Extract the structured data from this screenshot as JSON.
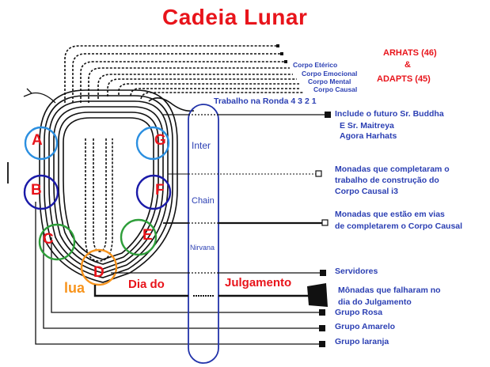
{
  "title": "Cadeia Lunar",
  "header_right": {
    "arhats": "ARHATS (46)",
    "amp": "&",
    "adapts": "ADAPTS (45)"
  },
  "bodies": {
    "eterico": "Corpo Etérico",
    "emocional": "Corpo Emocional",
    "mental": "Corpo Mental",
    "causal": "Corpo Causal"
  },
  "round_label": "Trabalho na Ronda 4 3 2 1",
  "globes": {
    "a": "A",
    "b": "B",
    "c": "C",
    "d": "D",
    "e": "E",
    "f": "F",
    "g": "G"
  },
  "moon_label": "lua",
  "judgment_label_1": "Dia do",
  "judgment_label_2": "Julgamento",
  "pillar": {
    "inter": "Inter",
    "chain": "Chain",
    "nirvana": "Nirvana"
  },
  "groups": {
    "buddha_1": "Include o futuro Sr. Buddha",
    "buddha_2": "E Sr. Maitreya",
    "buddha_3": "Agora Harhats",
    "causal_done_1": "Monadas que completaram o",
    "causal_done_2": "trabalho de construção do",
    "causal_done_3": "Corpo Causal  i3",
    "causal_way_1": "Monadas  que estão em vias",
    "causal_way_2": "de completarem o Corpo Causal",
    "servidores": "Servidores",
    "failed_1": "Mônadas que falharam no",
    "failed_2": "dia do Julgamento",
    "rosa": "Grupo Rosa",
    "amarelo": "Grupo Amarelo",
    "laranja": "Grupo laranja"
  },
  "colors": {
    "title_red": "#e8141b",
    "text_blue": "#2b3fb3",
    "globe_light_blue": "#2b8fe0",
    "globe_dark_blue": "#1a1aa8",
    "globe_green": "#2e9e3a",
    "globe_orange": "#f7941d",
    "pillar_blue": "#2233aa"
  }
}
